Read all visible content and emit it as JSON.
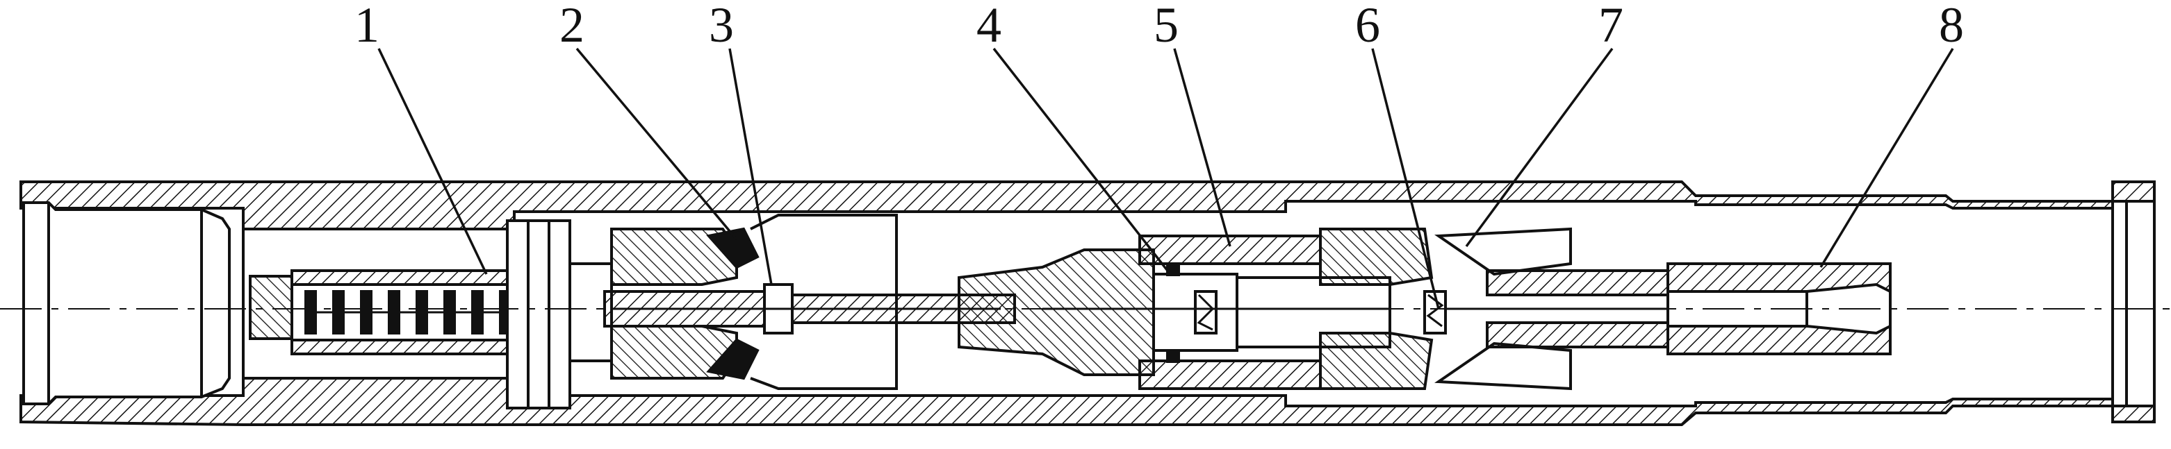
{
  "figure": {
    "callouts": [
      {
        "id": "1",
        "text": "1"
      },
      {
        "id": "2",
        "text": "2"
      },
      {
        "id": "3",
        "text": "3"
      },
      {
        "id": "4",
        "text": "4"
      },
      {
        "id": "5",
        "text": "5"
      },
      {
        "id": "6",
        "text": "6"
      },
      {
        "id": "7",
        "text": "7"
      },
      {
        "id": "8",
        "text": "8"
      }
    ],
    "colors": {
      "ink": "#111111",
      "background": "#ffffff"
    }
  }
}
